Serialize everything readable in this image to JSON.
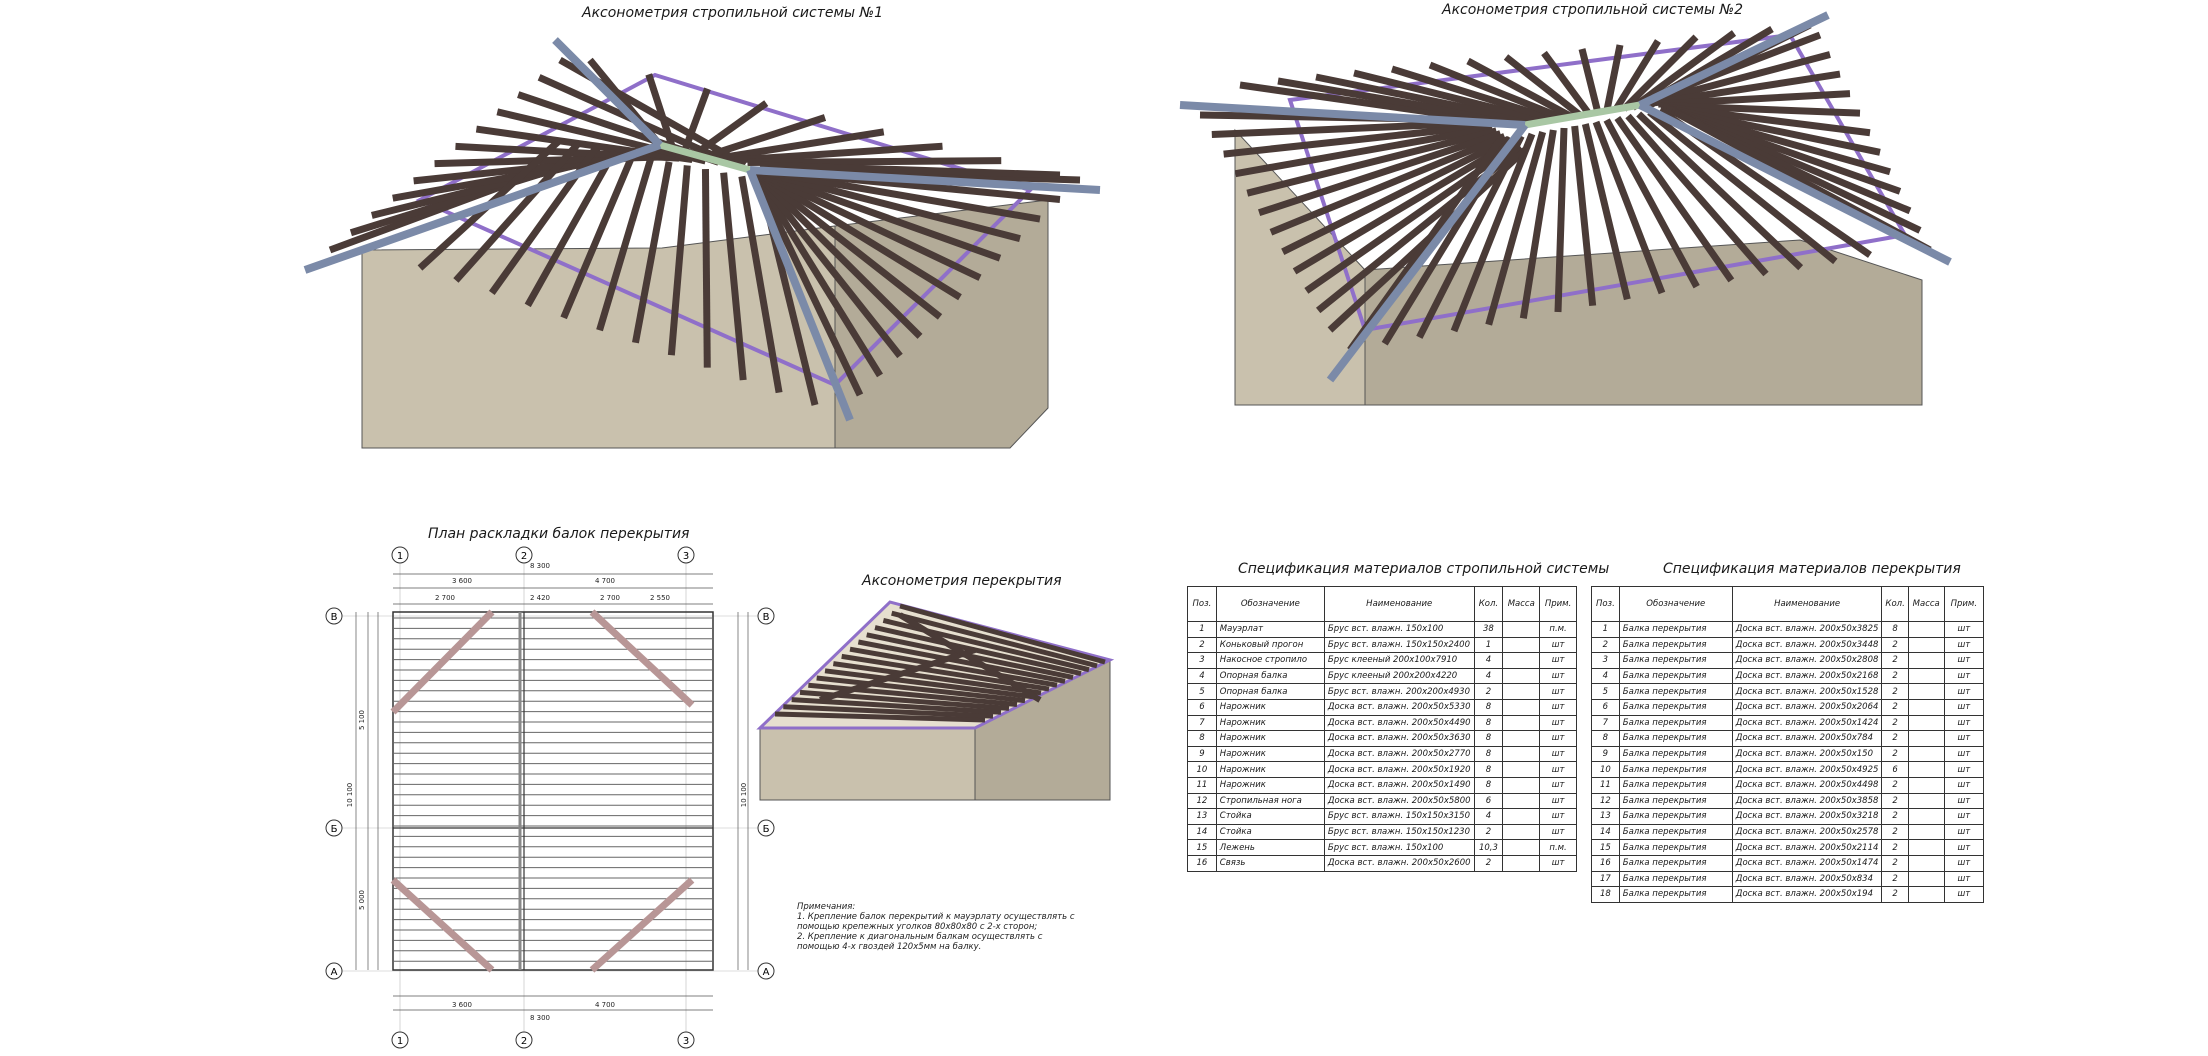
{
  "titles": {
    "axo1": "Аксонометрия стропильной системы №1",
    "axo2": "Аксонометрия стропильной системы №2",
    "plan": "План раскладки балок перекрытия",
    "axo_floor": "Аксонометрия перекрытия",
    "spec_rafter": "Спецификация материалов стропильной системы",
    "spec_floor": "Спецификация материалов перекрытия"
  },
  "notes": {
    "header": "Примечания:",
    "line1": "1. Крепление балок перекрытий к мауэрлату осуществлять с",
    "line2": "помощью крепежных уголков 80х80х80 с 2-х сторон;",
    "line3": "2. Крепление к диагональным балкам осуществлять с",
    "line4": "помощью 4-х гвоздей 120х5мм на балку."
  },
  "plan": {
    "axes_top": [
      "1",
      "2",
      "3"
    ],
    "axes_side": [
      "В",
      "Б",
      "А"
    ],
    "dims": {
      "total": "8 300",
      "part_left": "3 600",
      "part_right": "4 700",
      "sub1": "2 700",
      "sub2": "2 420",
      "sub3": "2 700",
      "sub4": "2 550",
      "height_total": "10 100",
      "height_top": "5 100",
      "height_bottom": "5 000"
    }
  },
  "colors": {
    "rafter": "#4a3b37",
    "hip": "#7b8aa8",
    "wall": "#c9c1ad",
    "wall_dark": "#b3ab98",
    "plate": "#8f6fc9",
    "ridge": "#a9c7a4",
    "plan_diag": "#b89696"
  },
  "spec_rafter": {
    "headers": [
      "Поз.",
      "Обозначение",
      "Наименование",
      "Кол.",
      "Масса",
      "Прим."
    ],
    "rows": [
      [
        "1",
        "Мауэрлат",
        "Брус вст. влажн.  150х100",
        "38",
        "",
        "п.м."
      ],
      [
        "2",
        "Коньковый прогон",
        "Брус вст. влажн.  150х150х2400",
        "1",
        "",
        "шт"
      ],
      [
        "3",
        "Накосное стропило",
        "Брус клееный      200х100х7910",
        "4",
        "",
        "шт"
      ],
      [
        "4",
        "Опорная балка",
        "Брус клееный      200х200х4220",
        "4",
        "",
        "шт"
      ],
      [
        "5",
        "Опорная балка",
        "Брус вст. влажн.  200х200х4930",
        "2",
        "",
        "шт"
      ],
      [
        "6",
        "Нарожник",
        "Доска вст. влажн.  200х50х5330",
        "8",
        "",
        "шт"
      ],
      [
        "7",
        "Нарожник",
        "Доска вст. влажн.  200х50х4490",
        "8",
        "",
        "шт"
      ],
      [
        "8",
        "Нарожник",
        "Доска вст. влажн.  200х50х3630",
        "8",
        "",
        "шт"
      ],
      [
        "9",
        "Нарожник",
        "Доска вст. влажн.  200х50х2770",
        "8",
        "",
        "шт"
      ],
      [
        "10",
        "Нарожник",
        "Доска вст. влажн.  200х50х1920",
        "8",
        "",
        "шт"
      ],
      [
        "11",
        "Нарожник",
        "Доска вст. влажн.  200х50х1490",
        "8",
        "",
        "шт"
      ],
      [
        "12",
        "Стропильная нога",
        "Доска вст. влажн.  200х50х5800",
        "6",
        "",
        "шт"
      ],
      [
        "13",
        "Стойка",
        "Брус вст. влажн.  150х150х3150",
        "4",
        "",
        "шт"
      ],
      [
        "14",
        "Стойка",
        "Брус вст. влажн.  150х150х1230",
        "2",
        "",
        "шт"
      ],
      [
        "15",
        "Лежень",
        "Брус вст. влажн.  150х100",
        "10,3",
        "",
        "п.м."
      ],
      [
        "16",
        "Связь",
        "Доска вст. влажн.  200х50х2600",
        "2",
        "",
        "шт"
      ]
    ]
  },
  "spec_floor": {
    "headers": [
      "Поз.",
      "Обозначение",
      "Наименование",
      "Кол.",
      "Масса",
      "Прим."
    ],
    "rows": [
      [
        "1",
        "Балка перекрытия",
        "Доска вст. влажн.  200х50х3825",
        "8",
        "",
        "шт"
      ],
      [
        "2",
        "Балка перекрытия",
        "Доска вст. влажн.  200х50х3448",
        "2",
        "",
        "шт"
      ],
      [
        "3",
        "Балка перекрытия",
        "Доска вст. влажн.  200х50х2808",
        "2",
        "",
        "шт"
      ],
      [
        "4",
        "Балка перекрытия",
        "Доска вст. влажн.  200х50х2168",
        "2",
        "",
        "шт"
      ],
      [
        "5",
        "Балка перекрытия",
        "Доска вст. влажн.  200х50х1528",
        "2",
        "",
        "шт"
      ],
      [
        "6",
        "Балка перекрытия",
        "Доска вст. влажн.  200х50х2064",
        "2",
        "",
        "шт"
      ],
      [
        "7",
        "Балка перекрытия",
        "Доска вст. влажн.  200х50х1424",
        "2",
        "",
        "шт"
      ],
      [
        "8",
        "Балка перекрытия",
        "Доска вст. влажн.  200х50х784",
        "2",
        "",
        "шт"
      ],
      [
        "9",
        "Балка перекрытия",
        "Доска вст. влажн.  200х50х150",
        "2",
        "",
        "шт"
      ],
      [
        "10",
        "Балка перекрытия",
        "Доска вст. влажн.  200х50х4925",
        "6",
        "",
        "шт"
      ],
      [
        "11",
        "Балка перекрытия",
        "Доска вст. влажн.  200х50х4498",
        "2",
        "",
        "шт"
      ],
      [
        "12",
        "Балка перекрытия",
        "Доска вст. влажн.  200х50х3858",
        "2",
        "",
        "шт"
      ],
      [
        "13",
        "Балка перекрытия",
        "Доска вст. влажн.  200х50х3218",
        "2",
        "",
        "шт"
      ],
      [
        "14",
        "Балка перекрытия",
        "Доска вст. влажн.  200х50х2578",
        "2",
        "",
        "шт"
      ],
      [
        "15",
        "Балка перекрытия",
        "Доска вст. влажн.  200х50х2114",
        "2",
        "",
        "шт"
      ],
      [
        "16",
        "Балка перекрытия",
        "Доска вст. влажн.  200х50х1474",
        "2",
        "",
        "шт"
      ],
      [
        "17",
        "Балка перекрытия",
        "Доска вст. влажн.  200х50х834",
        "2",
        "",
        "шт"
      ],
      [
        "18",
        "Балка перекрытия",
        "Доска вст. влажн.  200х50х194",
        "2",
        "",
        "шт"
      ]
    ]
  }
}
